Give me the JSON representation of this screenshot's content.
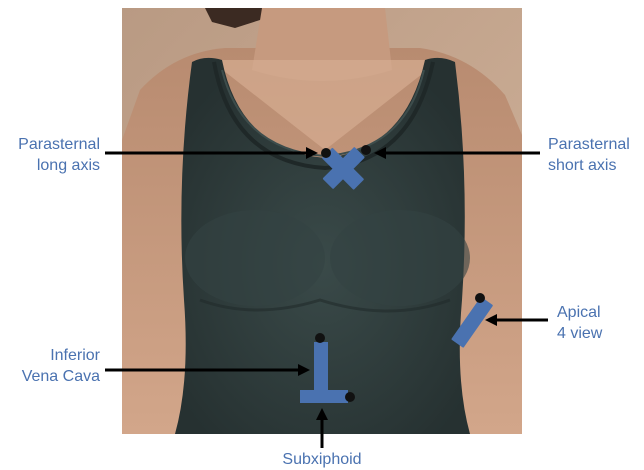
{
  "colors": {
    "label_text": "#4a72b0",
    "probe": "#4a72b0",
    "marker_dot": "#111111",
    "arrow": "#000000",
    "shirt": "#2d3a3a",
    "skin": "#c9a085",
    "background_wall": "#c6a58a"
  },
  "annotations": {
    "parasternal_long": "Parasternal\nlong axis",
    "parasternal_short": "Parasternal\nshort axis",
    "apical_four": "Apical\n4 view",
    "inferior_vena_cava": "Inferior\nVena Cava",
    "subxiphoid": "Subxiphoid"
  }
}
